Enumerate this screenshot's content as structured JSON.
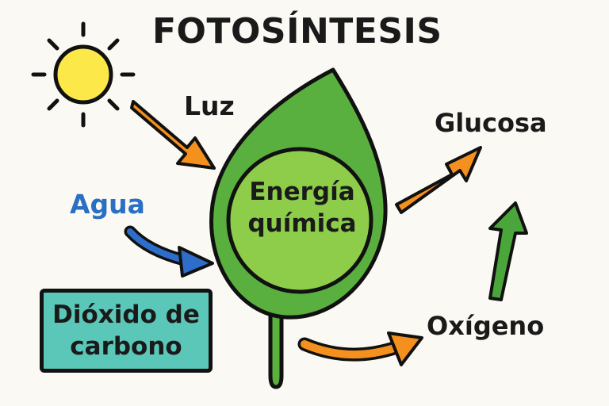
{
  "title": "FOTOSÍNTESIS",
  "inputs": {
    "light": "Luz",
    "water": "Agua",
    "co2_line1": "Dióxido de",
    "co2_line2": "carbono"
  },
  "center": {
    "line1": "Energía",
    "line2": "química"
  },
  "outputs": {
    "glucose": "Glucosa",
    "oxygen": "Oxígeno"
  },
  "icons": {
    "sun": "sun-icon",
    "leaf": "leaf-icon"
  },
  "colors": {
    "title": "#1a1a1a",
    "text": "#1a1a1a",
    "water_label": "#2a6fc4",
    "orange_arrow": "#f4901e",
    "blue_arrow": "#2e6ecb",
    "green_arrow": "#4aa63a",
    "leaf_outer": "#5ab03f",
    "leaf_inner": "#8dcd4a",
    "sun": "#fde84a",
    "co2_box": "#5bc7b8",
    "outline": "#111111"
  }
}
